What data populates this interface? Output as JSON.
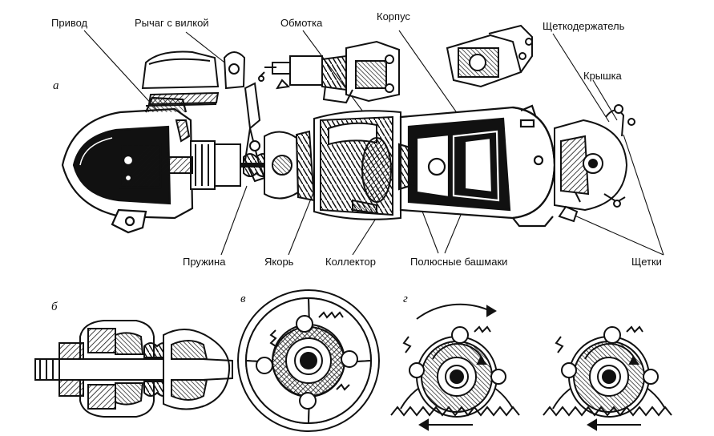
{
  "labels": {
    "privod": "Привод",
    "rychag": "Рычаг с вилкой",
    "obmotka": "Обмотка",
    "korpus": "Корпус",
    "shchetkoderzhatel": "Щеткодержатель",
    "kryshka": "Крышка",
    "pruzhina": "Пружина",
    "yakor": "Якорь",
    "kollektor": "Коллектор",
    "polyusnye_bashmaki": "Полюсные башмаки",
    "shchetki": "Щетки"
  },
  "panels": {
    "a": "а",
    "b": "б",
    "v": "в",
    "g": "г"
  }
}
